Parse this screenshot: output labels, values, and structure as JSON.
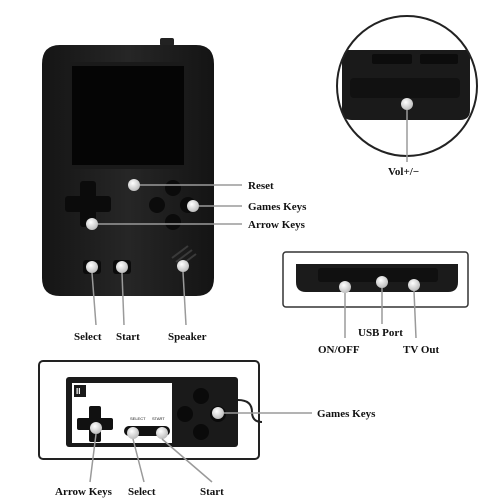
{
  "labels": {
    "reset": "Reset",
    "games_keys": "Games Keys",
    "arrow_keys": "Arrow Keys",
    "select": "Select",
    "start": "Start",
    "speaker": "Speaker",
    "vol": "Vol+/−",
    "usb_port": "USB Port",
    "on_off": "ON/OFF",
    "tv_out": "TV Out",
    "controller_games_keys": "Games Keys",
    "controller_arrow_keys": "Arrow Keys",
    "controller_select": "Select",
    "controller_start": "Start",
    "controller_select_print": "SELECT",
    "controller_start_print": "START",
    "controller_badge": "II"
  },
  "colors": {
    "device_body": "#1c1c1c",
    "screen": "#050505",
    "pointer_dot": "#d8d8d8",
    "leader_line": "#9a9a9a",
    "panel_border": "#333333"
  },
  "icons": {
    "pointer": "pointer-dot-icon",
    "dpad": "dpad-icon",
    "speaker": "speaker-grille-icon"
  }
}
